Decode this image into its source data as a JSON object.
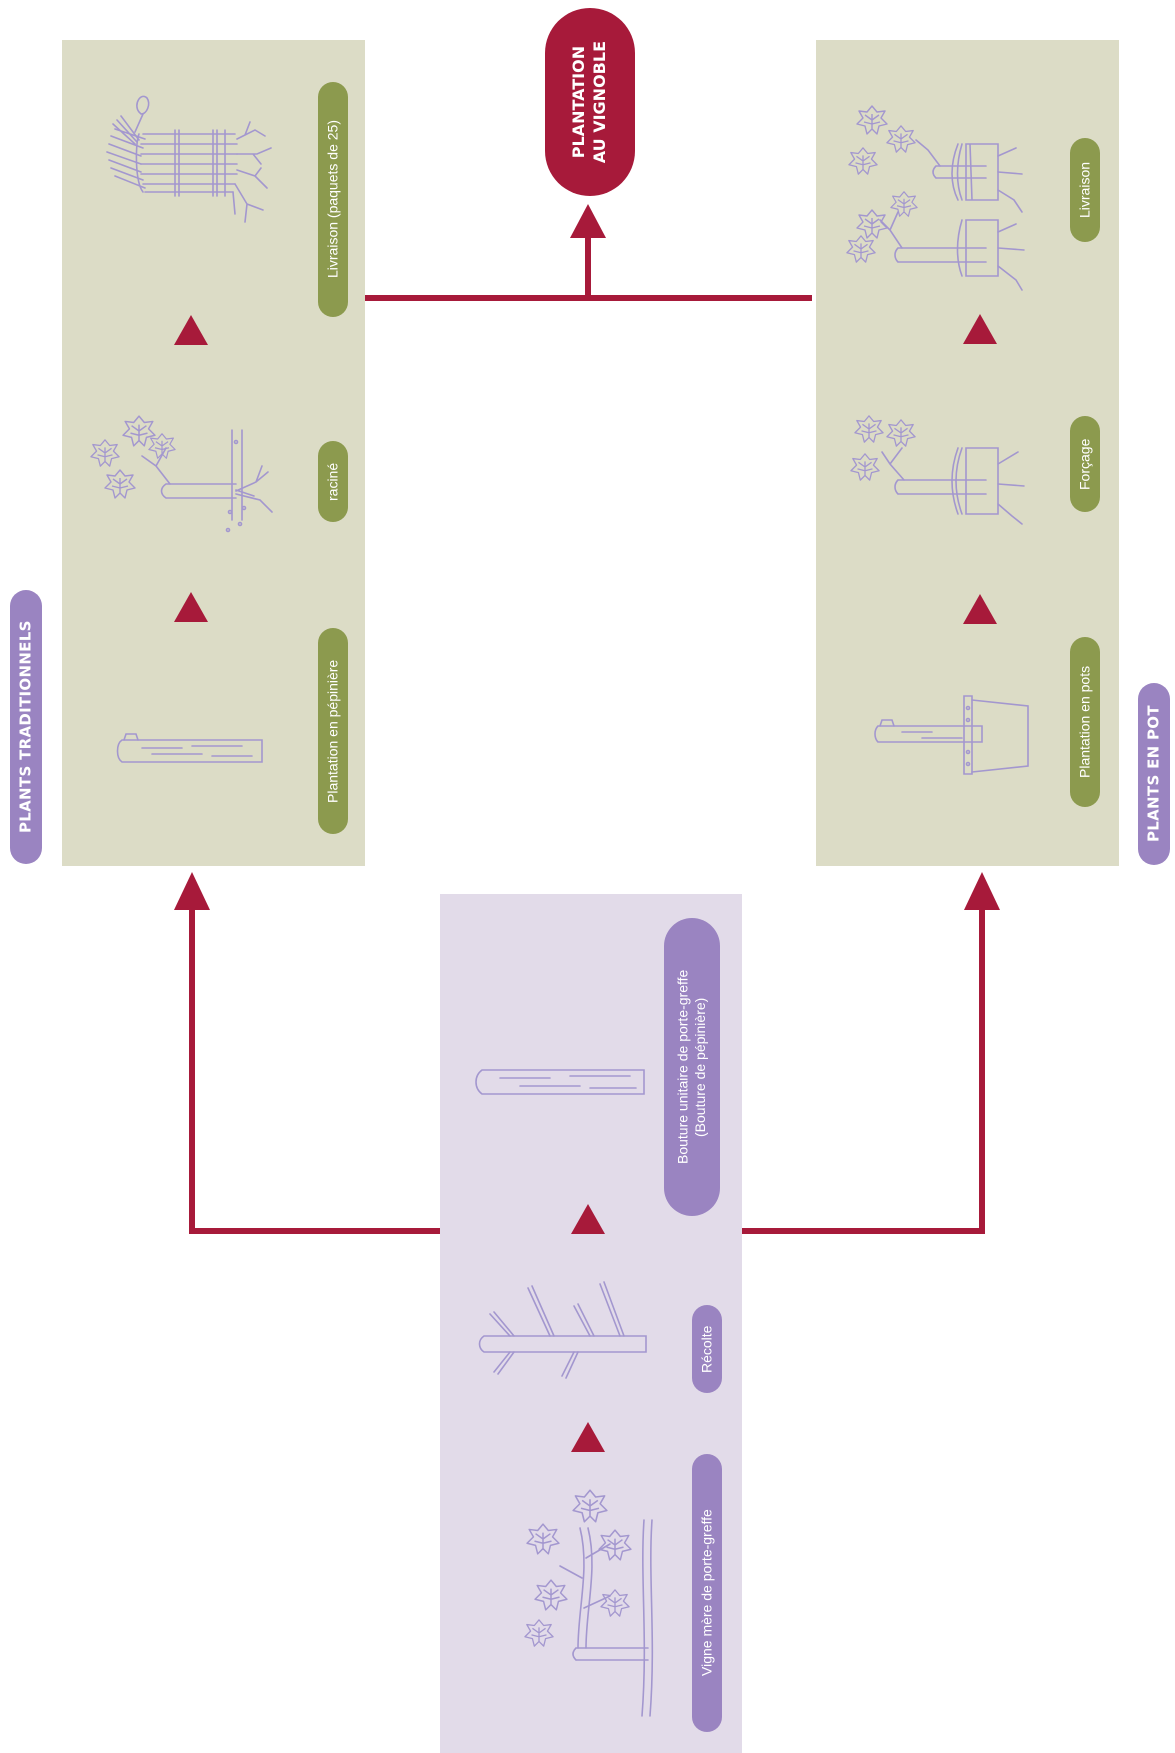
{
  "colors": {
    "panel_green": "#dcdcc6",
    "panel_purple": "#e2dbe9",
    "pill_green": "#8c9a4e",
    "pill_purple": "#9a84c1",
    "accent_red": "#a71a3a",
    "illustration": "#a397cf"
  },
  "top_node": {
    "label": "PLANTATION\nAU VIGNOBLE"
  },
  "traditional": {
    "title": "PLANTS TRADITIONNELS",
    "steps": [
      {
        "label": "Livraison (paquets de 25)",
        "icon": "bundle-icon"
      },
      {
        "label": "raciné",
        "icon": "rooted-vine-icon"
      },
      {
        "label": "Plantation en pépinière",
        "icon": "cutting-icon"
      }
    ]
  },
  "potted": {
    "title": "PLANTS EN POT",
    "steps": [
      {
        "label": "Livraison",
        "icon": "potted-pair-icon"
      },
      {
        "label": "Forçage",
        "icon": "potted-vine-icon"
      },
      {
        "label": "Plantation en pots",
        "icon": "pot-cutting-icon"
      }
    ]
  },
  "rootstock": {
    "steps": [
      {
        "label": "Bouture unitaire de porte-greffe\n(Bouture de pépinière)",
        "icon": "cutting-icon"
      },
      {
        "label": "Récolte",
        "icon": "branch-icon"
      },
      {
        "label": "Vigne mère de porte-greffe",
        "icon": "mother-vine-icon"
      }
    ]
  }
}
